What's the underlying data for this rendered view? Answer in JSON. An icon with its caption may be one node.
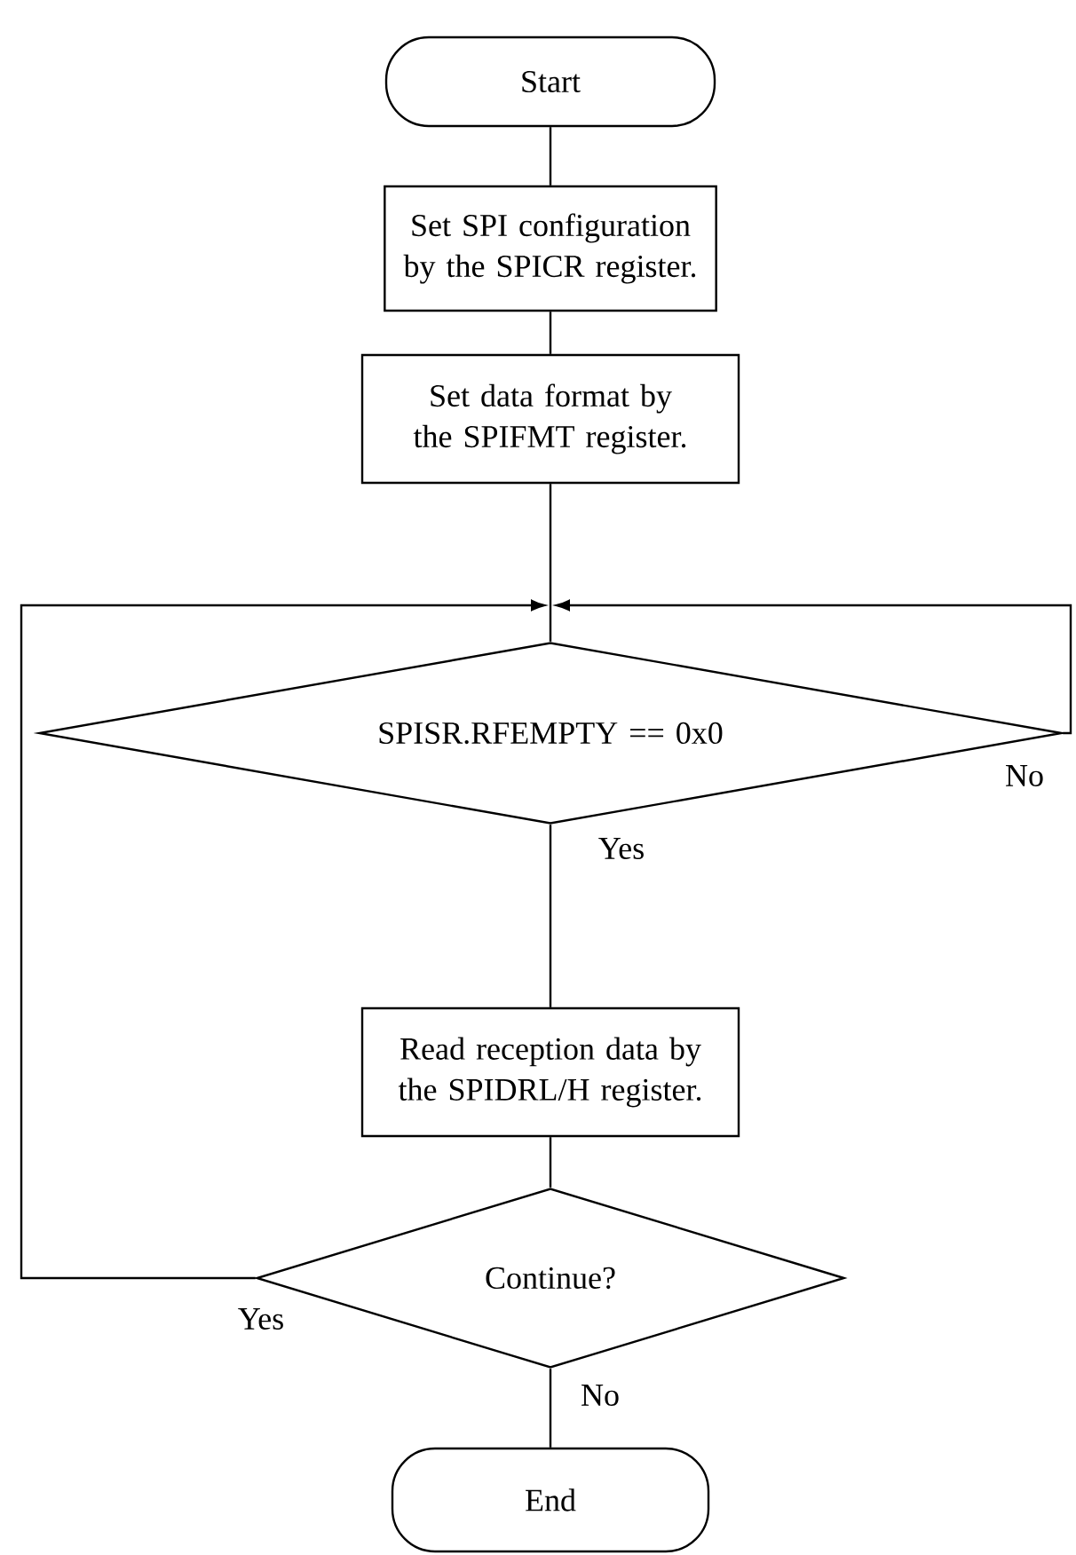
{
  "diagram": {
    "nodes": [
      {
        "text": [
          "Start"
        ]
      },
      {
        "text": [
          "Set SPI configuration by the SPICR register."
        ]
      },
      {
        "text": [
          "Set data format by the SPIFMT register."
        ]
      },
      {
        "text": [
          "SPISR.RFEMPTY == 0x0"
        ]
      },
      {
        "text": [
          "Read reception data by the SPIDRL/H register."
        ]
      },
      {
        "text": [
          "Continue?"
        ]
      },
      {
        "text": [
          "End"
        ]
      }
    ],
    "edges": [
      {
        "from": 0,
        "to": 1,
        "arrow": "none"
      },
      {
        "from": 1,
        "to": 2,
        "arrow": "none"
      },
      {
        "from": 2,
        "to": 3,
        "arrow": "none"
      },
      {
        "from": 3,
        "to": 4,
        "arrow": "none",
        "label": "Yes"
      },
      {
        "from": 3,
        "to": null,
        "arrow": "to",
        "label": "No"
      },
      {
        "from": 4,
        "to": 5,
        "arrow": "none"
      },
      {
        "from": 5,
        "to": null,
        "arrow": "to",
        "label": "Yes"
      },
      {
        "from": 5,
        "to": 6,
        "arrow": "none",
        "label": "No"
      }
    ]
  }
}
